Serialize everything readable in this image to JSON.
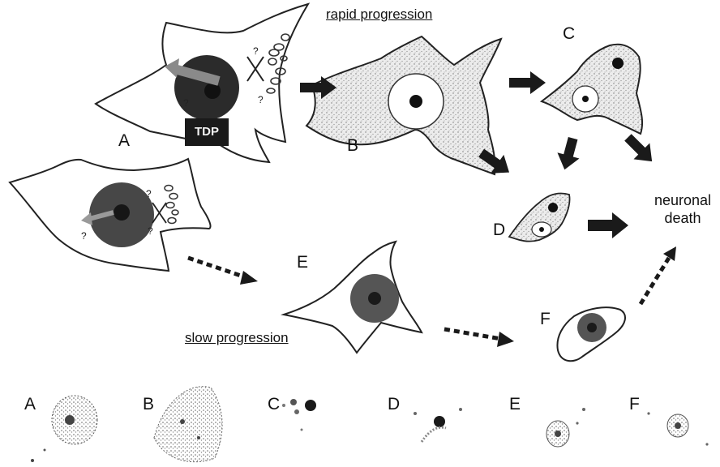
{
  "labels": {
    "a": "A",
    "b": "B",
    "c": "C",
    "d": "D",
    "e": "E",
    "f": "F",
    "question": "?",
    "tdp": "TDP",
    "rapid": "rapid progression",
    "slow": "slow progression",
    "death_line1": "neuronal",
    "death_line2": "death"
  },
  "panels": [
    "A",
    "B",
    "C",
    "D",
    "E",
    "F"
  ],
  "colors": {
    "outline": "#222222",
    "nucleus_dark": "#2b2b2b",
    "nucleus_mid": "#5a5a5a",
    "stipple_fill": "#e6e6e6",
    "arrow": "#1a1a1a",
    "export_arrow": "#9a9a9a"
  }
}
